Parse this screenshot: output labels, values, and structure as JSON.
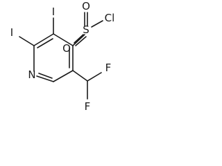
{
  "molecule": {
    "atoms": {
      "iodine_top": "I",
      "iodine_left": "I",
      "nitrogen": "N",
      "sulfur": "S",
      "oxygen_top": "O",
      "oxygen_bottom": "O",
      "chlorine": "Cl",
      "fluorine_top": "F",
      "fluorine_bottom": "F"
    }
  }
}
